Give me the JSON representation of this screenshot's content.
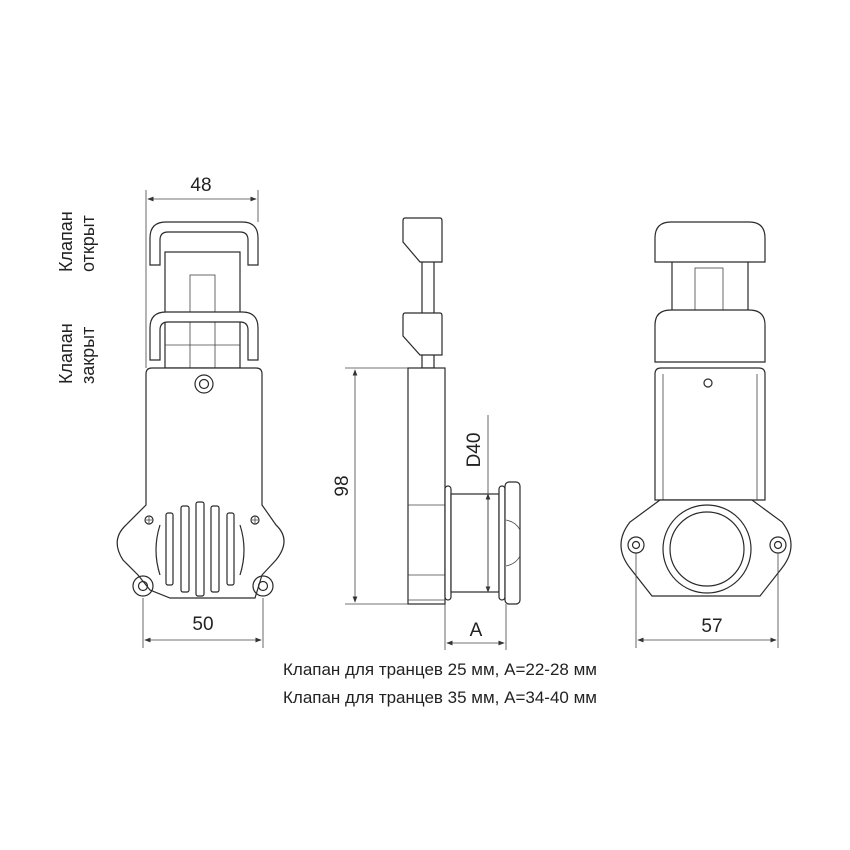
{
  "labels": {
    "valve_open": [
      "Клапан",
      "открыт"
    ],
    "valve_closed": [
      "Клапан",
      "закрыт"
    ]
  },
  "dimensions": {
    "front_width_top": "48",
    "front_width_bottom": "50",
    "height": "98",
    "diameter": "D40",
    "transom_a": "A",
    "rear_width": "57"
  },
  "captions": [
    "Клапан для транцев 25 мм, А=22-28 мм",
    "Клапан для транцев 35 мм, А=34-40 мм"
  ]
}
